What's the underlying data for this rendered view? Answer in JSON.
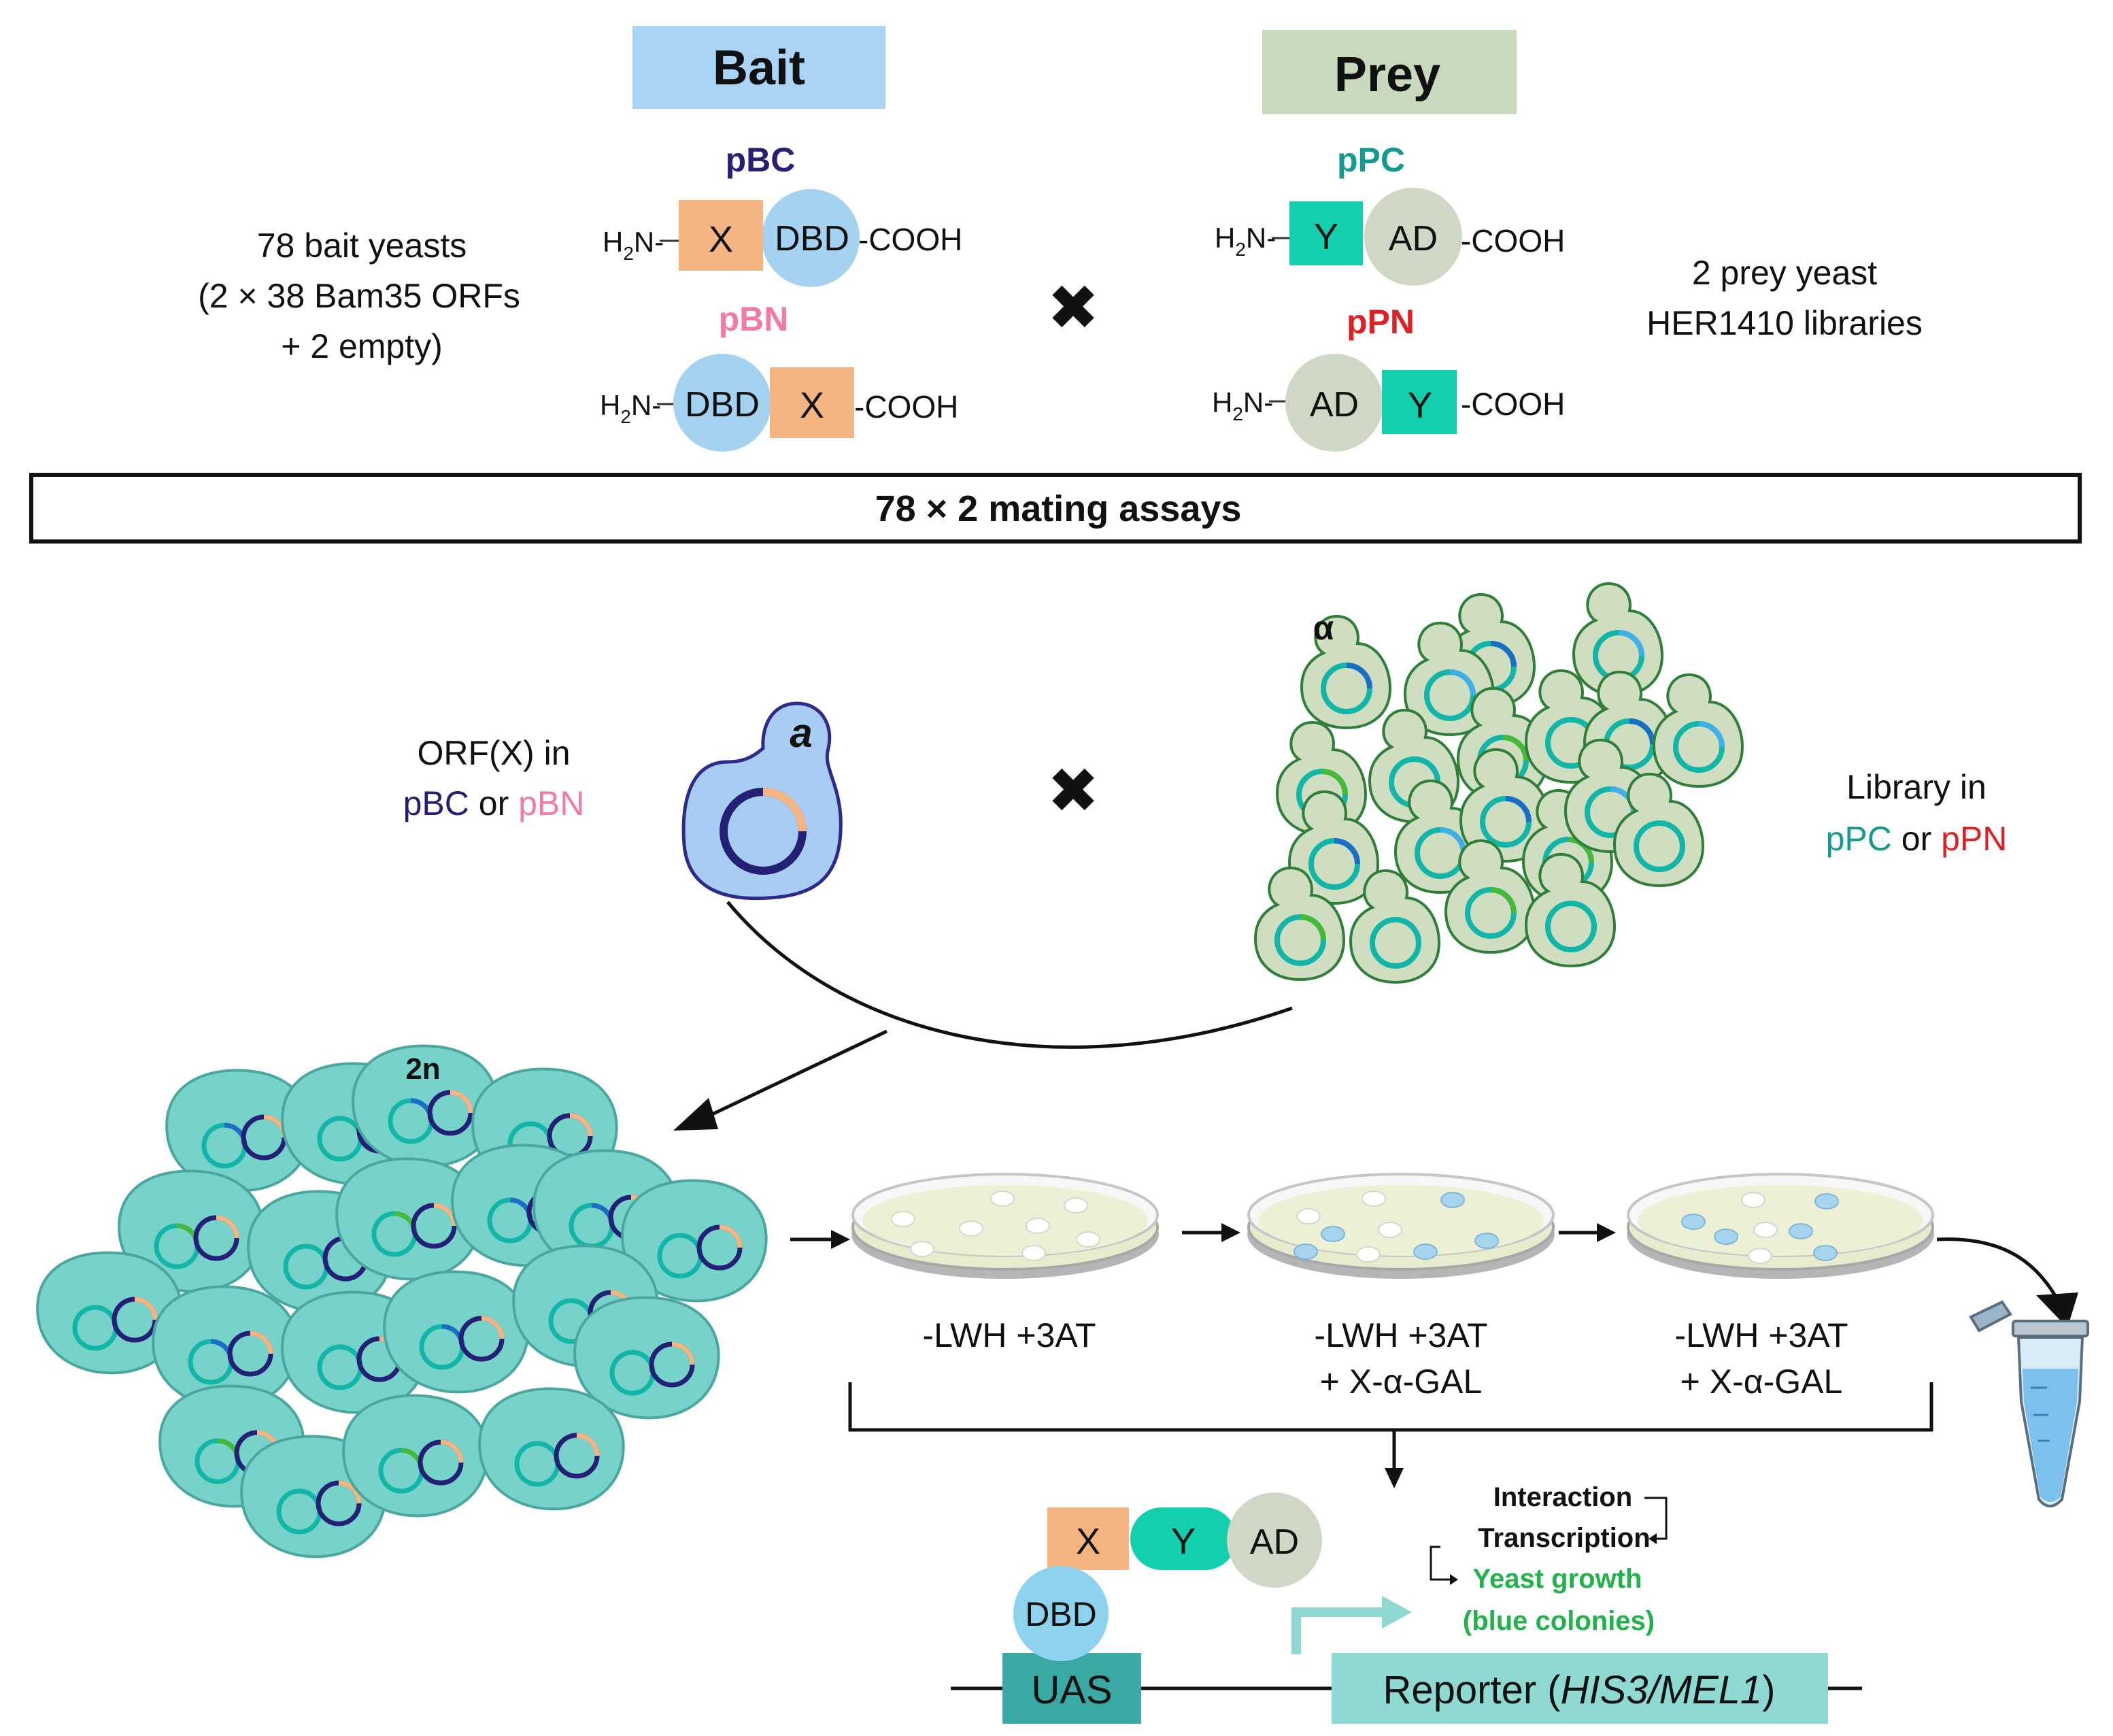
{
  "bait": {
    "header": "Bait",
    "pbc_label": "pBC",
    "pbn_label": "pBN",
    "x": "X",
    "dbd": "DBD",
    "n_term": "H",
    "n_sub": "2",
    "n_end": "N-",
    "c_term": "-COOH",
    "yeasts_line1": "78 bait yeasts",
    "yeasts_line2": "(2 × 38 Bam35 ORFs",
    "yeasts_line3": "+ 2 empty)"
  },
  "prey": {
    "header": "Prey",
    "ppc_label": "pPC",
    "ppn_label": "pPN",
    "y": "Y",
    "ad": "AD",
    "libraries_line1": "2 prey yeast",
    "libraries_line2": "HER1410 libraries"
  },
  "cross_symbol": "✖",
  "mating_banner": "78 × 2 mating assays",
  "bait_yeast": {
    "mating_type": "a",
    "label_line1": "ORF(X) in",
    "label_pbc": "pBC",
    "label_or": " or ",
    "label_pbn": "pBN"
  },
  "prey_yeast": {
    "mating_type": "α",
    "label_line1": "Library in",
    "label_ppc": "pPC",
    "label_or": " or ",
    "label_ppn": "pPN"
  },
  "diploid_label": "2n",
  "plates": [
    {
      "line1": "-LWH +3AT",
      "line2": ""
    },
    {
      "line1": "-LWH +3AT",
      "line2": "+ X-α-GAL"
    },
    {
      "line1": "-LWH +3AT",
      "line2": "+ X-α-GAL"
    }
  ],
  "mechanism": {
    "x": "X",
    "y": "Y",
    "ad": "AD",
    "dbd": "DBD",
    "uas": "UAS",
    "reporter_prefix": "Reporter (",
    "reporter_genes": "HIS3/MEL1",
    "reporter_suffix": ")",
    "interaction": "Interaction",
    "transcription": "Transcription",
    "growth_line1": "Yeast growth",
    "growth_line2": "(blue colonies)"
  },
  "colors": {
    "bait_header_bg": "#a9d4f5",
    "prey_header_bg": "#c9d9bd",
    "orange": "#f4b582",
    "dbd_blue": "#a6d2f2",
    "teal": "#12cfae",
    "ad_green": "#cfd8c4",
    "navy": "#232075",
    "pink": "#f27aa6",
    "dark_teal": "#149a8d",
    "red": "#dd1f26",
    "prey_cell": "#cfddc0",
    "diploid_cell": "#77d3ca",
    "green_text": "#22b24b",
    "uas": "#3aa9a3",
    "reporter": "#8ed9d2"
  }
}
